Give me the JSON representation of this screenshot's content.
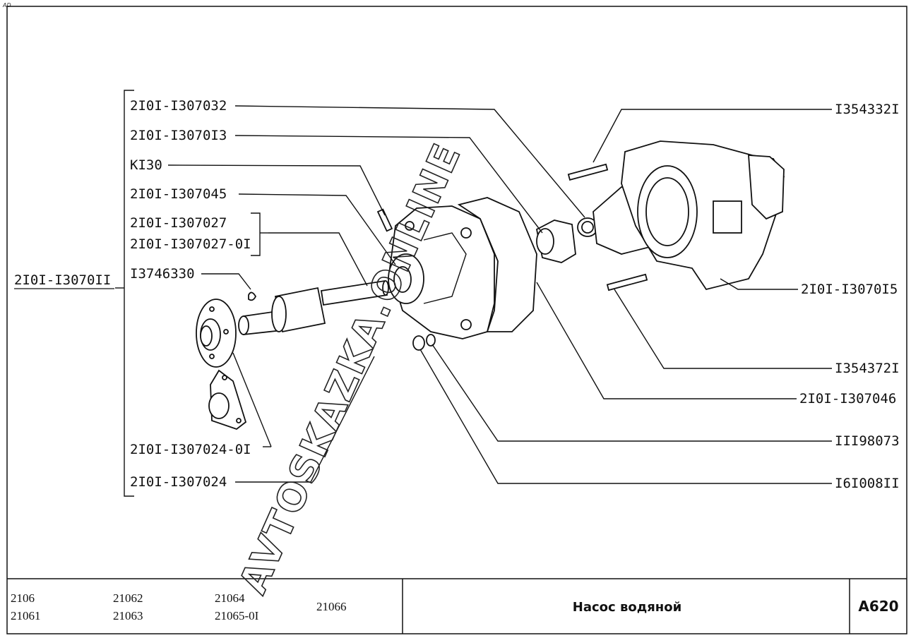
{
  "corner_mark": "AD",
  "diagram": {
    "assembly_label": "2I0I-I3070II",
    "left_labels": [
      "2I0I-I307032",
      "2I0I-I3070I3",
      "KI30",
      "2I0I-I307045",
      "2I0I-I307027",
      "2I0I-I307027-0I",
      "I3746330",
      "2I0I-I307024-0I",
      "2I0I-I307024"
    ],
    "right_labels": [
      "I354332I",
      "2I0I-I3070I5",
      "I354372I",
      "2I0I-I307046",
      "III98073",
      "I6I008II"
    ]
  },
  "watermark": "AVTOSKAZKA.ONLINE",
  "title_block": {
    "models": [
      "2106",
      "21061",
      "21062",
      "21063",
      "21064",
      "21065-0I",
      "21066"
    ],
    "title": "Насос водяной",
    "code": "A620"
  }
}
